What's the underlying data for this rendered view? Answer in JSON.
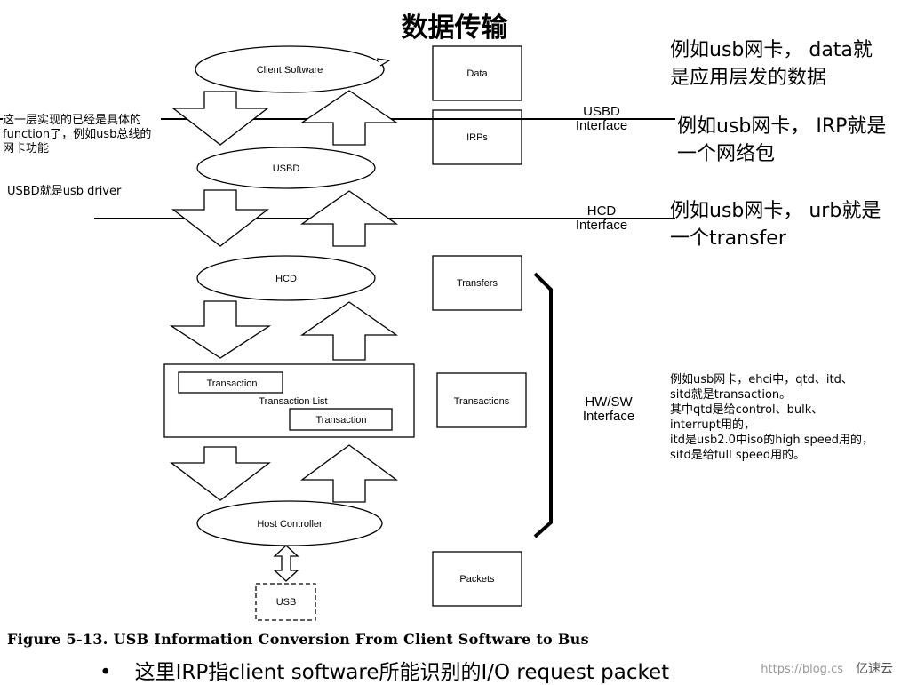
{
  "title": "数据传输",
  "nodes": {
    "client_software": "Client Software",
    "usbd": "USBD",
    "hcd": "HCD",
    "transaction_1": "Transaction",
    "transaction_list": "Transaction List",
    "transaction_2": "Transaction",
    "host_controller": "Host Controller",
    "usb": "USB"
  },
  "right_boxes": {
    "data": "Data",
    "irps": "IRPs",
    "transfers": "Transfers",
    "transactions": "Transactions",
    "packets": "Packets"
  },
  "interfaces": {
    "usbd_line1": "USBD",
    "usbd_line2": "Interface",
    "hcd_line1": "HCD",
    "hcd_line2": "Interface",
    "hwsw_line1": "HW/SW",
    "hwsw_line2": "Interface"
  },
  "annotations": {
    "left_1": "这一层实现的已经是具体的function了，例如usb总线的网卡功能",
    "left_2": "USBD就是usb driver",
    "right_1_line1": "例如usb网卡， data就",
    "right_1_line2": "是应用层发的数据",
    "right_2_line1": "例如usb网卡， IRP就是",
    "right_2_line2": "一个网络包",
    "right_3_line1": "例如usb网卡， urb就是",
    "right_3_line2": "一个transfer",
    "right_4_lines": [
      "例如usb网卡，ehci中，qtd、itd、",
      "sitd就是transaction。",
      "其中qtd是给control、bulk、",
      "interrupt用的，",
      "itd是usb2.0中iso的high speed用的，",
      "sitd是给full speed用的。"
    ]
  },
  "caption": "Figure 5-13.  USB Information Conversion From Client Software to Bus",
  "bullet": {
    "dot": "•",
    "text": "这里IRP指client software所能识别的I/O request packet"
  },
  "watermark": {
    "url": "https://blog.cs",
    "brand": "亿速云"
  }
}
